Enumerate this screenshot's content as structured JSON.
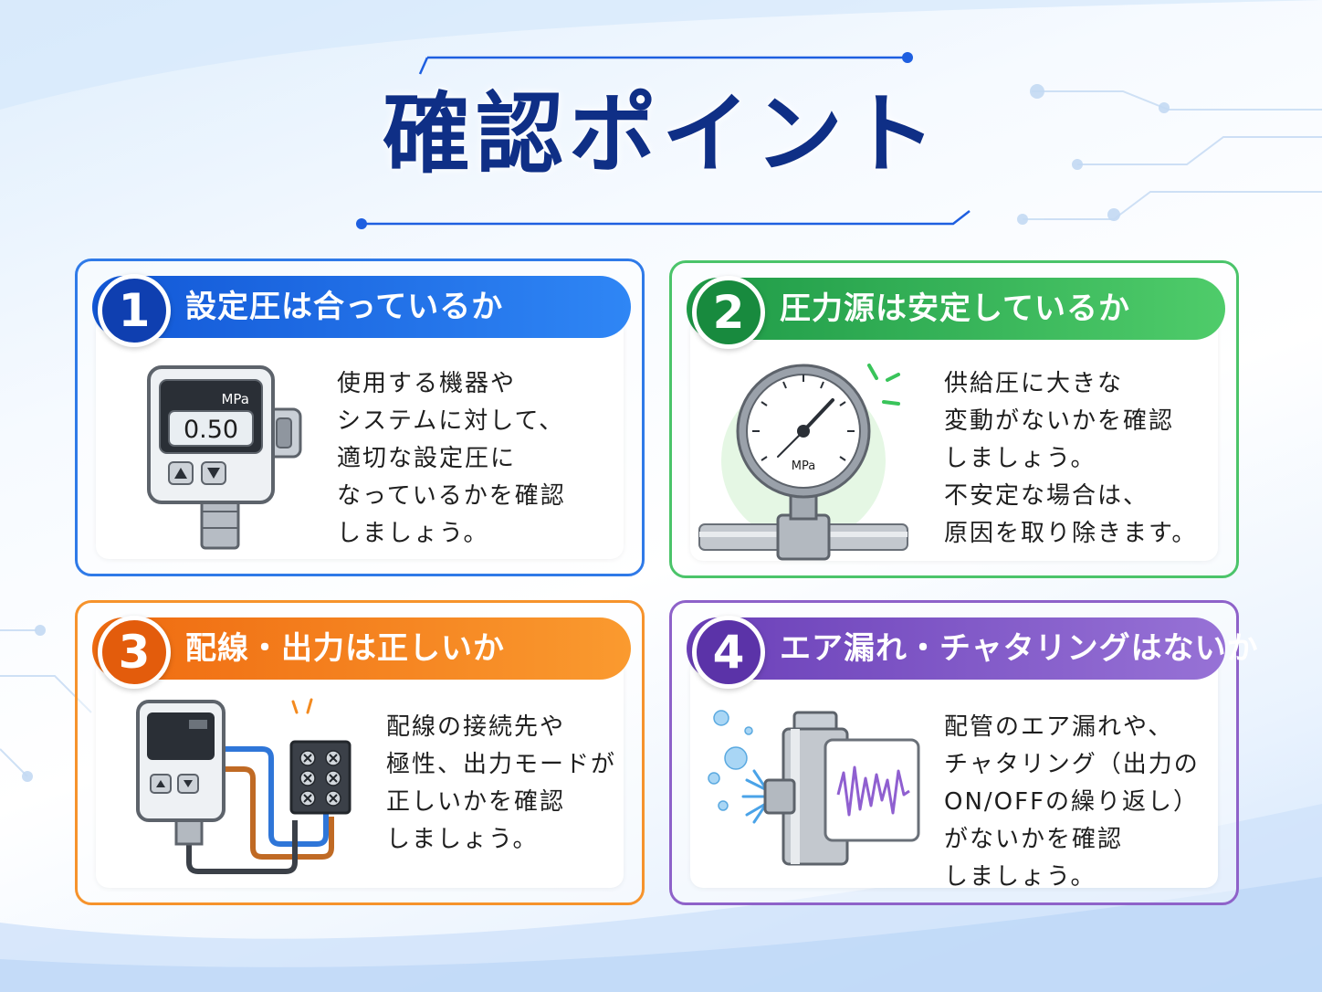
{
  "title": "確認ポイント",
  "colors": {
    "title": "#0f2f86",
    "card1_accent": "#2f7ae8",
    "card2_accent": "#4bc46a",
    "card3_accent": "#f6932c",
    "card4_accent": "#8e62c9"
  },
  "cards": [
    {
      "number": "1",
      "heading": "設定圧は合っているか",
      "icon": "pressure-switch-icon",
      "display_unit": "MPa",
      "display_value": "0.50",
      "lines": [
        "使用する機器や",
        "システムに対して、",
        "適切な設定圧に",
        "なっているかを確認",
        "しましょう。"
      ]
    },
    {
      "number": "2",
      "heading": "圧力源は安定しているか",
      "icon": "pressure-gauge-icon",
      "gauge_unit": "MPa",
      "lines": [
        "供給圧に大きな",
        "変動がないかを確認",
        "しましょう。",
        "不安定な場合は、",
        "原因を取り除きます。"
      ]
    },
    {
      "number": "3",
      "heading": "配線・出力は正しいか",
      "icon": "wiring-terminal-icon",
      "lines": [
        "配線の接続先や",
        "極性、出力モードが",
        "正しいかを確認",
        "しましょう。"
      ]
    },
    {
      "number": "4",
      "heading": "エア漏れ・チャタリングはないか",
      "icon": "air-leak-waveform-icon",
      "lines": [
        "配管のエア漏れや、",
        "チャタリング（出力の",
        "ON/OFFの繰り返し）",
        "がないかを確認",
        "しましょう。"
      ]
    }
  ]
}
